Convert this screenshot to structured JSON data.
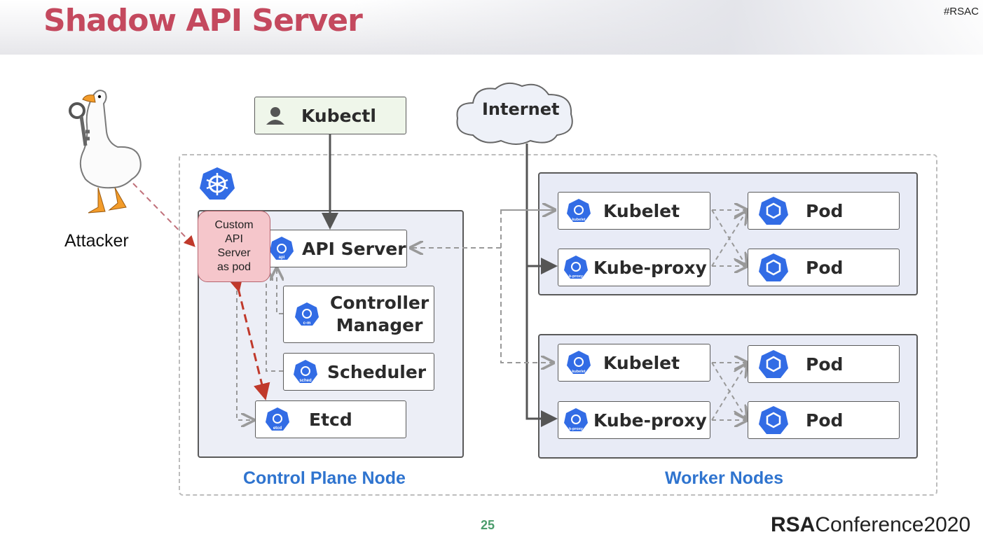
{
  "header": {
    "title": "Shadow API Server",
    "tag": "#RSAC"
  },
  "attacker": {
    "label": "Attacker",
    "icon": "goose-with-keys"
  },
  "client": {
    "label": "Kubectl",
    "icon": "user-icon"
  },
  "internet": {
    "label": "Internet",
    "icon": "cloud-icon"
  },
  "custom_pod": {
    "lines": [
      "Custom",
      "API",
      "Server",
      "as pod"
    ]
  },
  "control_plane": {
    "label": "Control Plane Node",
    "components": [
      {
        "label": "API Server",
        "badge": "api"
      },
      {
        "label_line1": "Controller",
        "label_line2": "Manager",
        "badge": "c-m"
      },
      {
        "label": "Scheduler",
        "badge": "sched"
      },
      {
        "label": "Etcd",
        "badge": "etcd"
      }
    ]
  },
  "worker_nodes": {
    "label": "Worker Nodes",
    "nodes": [
      {
        "kubelet": "Kubelet",
        "kubelet_badge": "kubelet",
        "proxy": "Kube-proxy",
        "proxy_badge": "k-proxy",
        "pods": [
          "Pod",
          "Pod"
        ]
      },
      {
        "kubelet": "Kubelet",
        "kubelet_badge": "kubelet",
        "proxy": "Kube-proxy",
        "proxy_badge": "k-proxy",
        "pods": [
          "Pod",
          "Pod"
        ]
      }
    ]
  },
  "footer": {
    "page": "25",
    "brand_bold": "RSA",
    "brand_rest": "Conference2020"
  },
  "colors": {
    "title": "#c4495e",
    "kube_blue": "#326ce5",
    "label_blue": "#2f74cf",
    "attack_red": "#c0392b"
  }
}
